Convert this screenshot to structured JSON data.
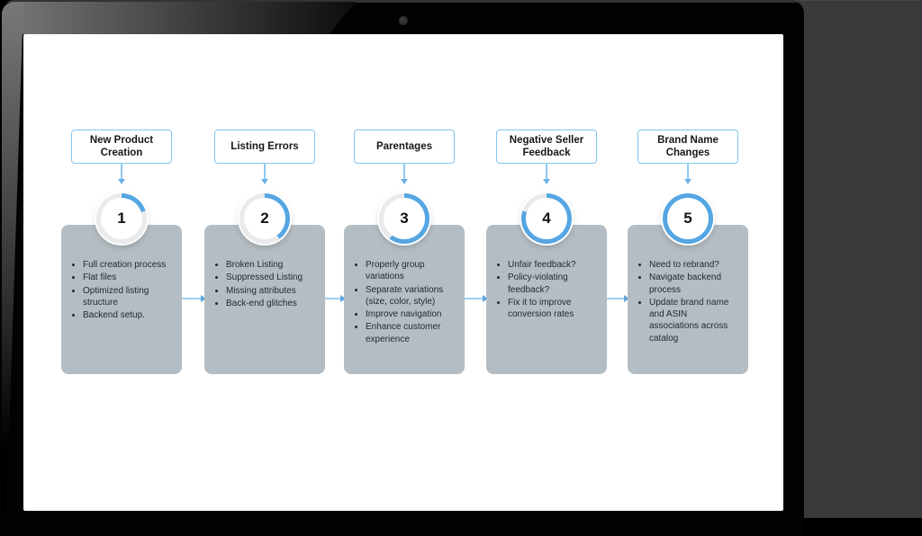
{
  "steps": [
    {
      "title": "New Product Creation",
      "number": "1",
      "progress_percent": 20,
      "items": [
        "Full creation process",
        "Flat files",
        "Optimized listing structure",
        "Backend setup."
      ]
    },
    {
      "title": "Listing Errors",
      "number": "2",
      "progress_percent": 40,
      "items": [
        "Broken Listing",
        "Suppressed Listing",
        "Missing attributes",
        "Back-end glitches"
      ]
    },
    {
      "title": "Parentages",
      "number": "3",
      "progress_percent": 60,
      "items": [
        "Properly group variations",
        "Separate variations (size, color, style)",
        "Improve navigation",
        "Enhance customer experience"
      ]
    },
    {
      "title": "Negative Seller Feedback",
      "number": "4",
      "progress_percent": 80,
      "items": [
        "Unfair feedback?",
        "Policy-violating feedback?",
        "Fix it to improve conversion rates"
      ]
    },
    {
      "title": "Brand Name Changes",
      "number": "5",
      "progress_percent": 100,
      "items": [
        "Need to rebrand?",
        "Navigate backend process",
        "Update brand name and ASIN associations across catalog"
      ]
    }
  ],
  "colors": {
    "accent_blue": "#55a6e2",
    "light_blue": "#8fc9ef",
    "title_border": "#82c5ef",
    "ring_track": "#e9eaeb",
    "card_bg": "#b4bdc3",
    "panel_gray": "#3a3a3c"
  }
}
